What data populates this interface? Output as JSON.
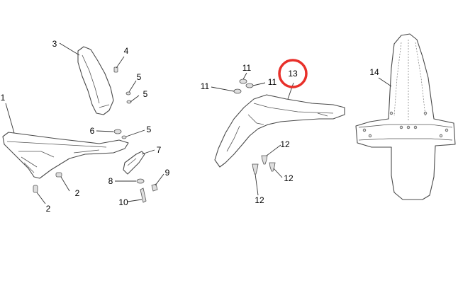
{
  "highlight_color": "#e8302a",
  "highlighted_callout": "13",
  "callouts": {
    "c1": "1",
    "c2a": "2",
    "c2b": "2",
    "c3": "3",
    "c4": "4",
    "c5a": "5",
    "c5b": "5",
    "c5c": "5",
    "c6": "6",
    "c7": "7",
    "c8": "8",
    "c9": "9",
    "c10": "10",
    "c11a": "11",
    "c11b": "11",
    "c11c": "11",
    "c12a": "12",
    "c12b": "12",
    "c12c": "12",
    "c13": "13",
    "c14": "14"
  }
}
